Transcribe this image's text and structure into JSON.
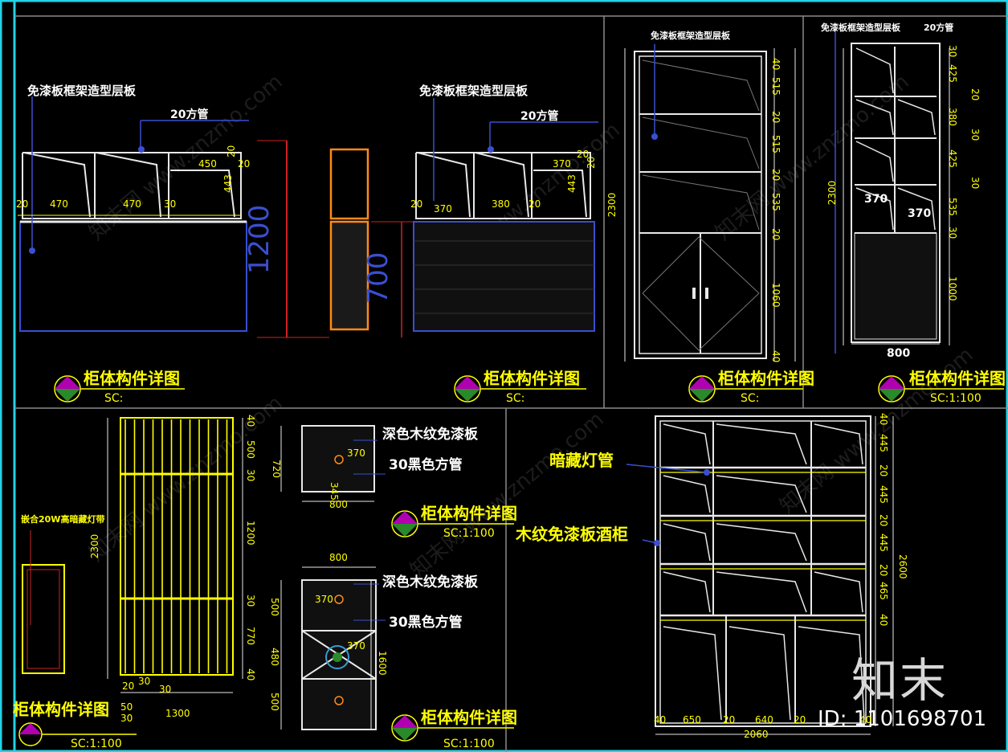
{
  "panels": {
    "p1": {
      "note": "免漆板框架造型层板",
      "tube": "20方管",
      "dims": [
        "20",
        "470",
        "470",
        "30",
        "450",
        "20",
        "443",
        "20"
      ],
      "title": "柜体构件详图",
      "sc": "SC:"
    },
    "p2": {
      "dim1": "1200",
      "dim2": "700"
    },
    "p3": {
      "note": "免漆板框架造型层板",
      "tube": "20方管",
      "dims": [
        "20",
        "370",
        "380",
        "20",
        "370",
        "20",
        "443",
        "20"
      ],
      "title": "柜体构件详图",
      "sc": "SC:"
    },
    "p4": {
      "note": "免漆板框架造型层板",
      "height": "2300",
      "dims": [
        "40",
        "515",
        "20",
        "515",
        "20",
        "535",
        "20",
        "1060",
        "40"
      ],
      "title": "柜体构件详图",
      "sc": "SC:"
    },
    "p5": {
      "note": "免漆板框架造型层板",
      "tube": "20方管",
      "height": "2300",
      "dims": [
        "30",
        "425",
        "20",
        "380",
        "30",
        "425",
        "30",
        "535",
        "30",
        "1000"
      ],
      "inner": [
        "370",
        "370"
      ],
      "width": "800",
      "title": "柜体构件详图",
      "sc": "SC:1:100"
    },
    "p6": {
      "note": "嵌合20W高暗藏灯带",
      "height": "2300",
      "dims": [
        "40",
        "500",
        "30",
        "1200",
        "30",
        "770",
        "40"
      ],
      "bottom": [
        "20",
        "30",
        "30",
        "50",
        "30"
      ],
      "width": "1300",
      "title": "柜体构件详图",
      "sc": "SC:1:100"
    },
    "p7": {
      "mat1": "深色木纹免漆板",
      "mat2": "30黑色方管",
      "d1": "370",
      "d2": "345",
      "d3": "800",
      "d4": "720",
      "title": "柜体构件详图",
      "sc": "SC:1:100"
    },
    "p8": {
      "mat1": "深色木纹免漆板",
      "mat2": "30黑色方管",
      "d1": "370",
      "d2": "370",
      "w": "800",
      "h": "1600",
      "dims": [
        "500",
        "480",
        "500"
      ],
      "title": "柜体构件详图",
      "sc": "SC:1:100"
    },
    "p9": {
      "label1": "暗藏灯管",
      "label2": "木纹免漆板酒柜",
      "dims": [
        "40",
        "445",
        "20",
        "445",
        "20",
        "445",
        "20",
        "465",
        "40"
      ],
      "height": "2600",
      "bottom": [
        "40",
        "650",
        "20",
        "640",
        "20",
        "40"
      ],
      "width": "2060"
    }
  },
  "watermark": "知末网 www.znzmo.com",
  "brand": "知末",
  "id_text": "ID: 1101698701",
  "colors": {
    "frame": "#22d3e6",
    "yellow": "#ffff00",
    "white": "#e8e8e8",
    "blue": "#3a4fd0",
    "orange": "#ff8a1a",
    "grey": "#6a6a6a"
  }
}
